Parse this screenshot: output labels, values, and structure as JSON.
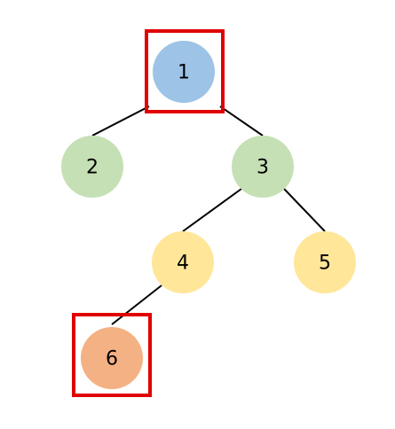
{
  "diagram": {
    "nodes": [
      {
        "id": "1",
        "label": "1",
        "color": "#9DC3E6",
        "highlighted": true
      },
      {
        "id": "2",
        "label": "2",
        "color": "#C5E0B4",
        "highlighted": false
      },
      {
        "id": "3",
        "label": "3",
        "color": "#C5E0B4",
        "highlighted": false
      },
      {
        "id": "4",
        "label": "4",
        "color": "#FFE699",
        "highlighted": false
      },
      {
        "id": "5",
        "label": "5",
        "color": "#FFE699",
        "highlighted": false
      },
      {
        "id": "6",
        "label": "6",
        "color": "#F4B183",
        "highlighted": true
      }
    ],
    "edges": [
      {
        "from": "1",
        "to": "2"
      },
      {
        "from": "1",
        "to": "3"
      },
      {
        "from": "3",
        "to": "4"
      },
      {
        "from": "3",
        "to": "5"
      },
      {
        "from": "4",
        "to": "6"
      }
    ],
    "highlight_color": "#E00000",
    "edge_color": "#000000"
  }
}
